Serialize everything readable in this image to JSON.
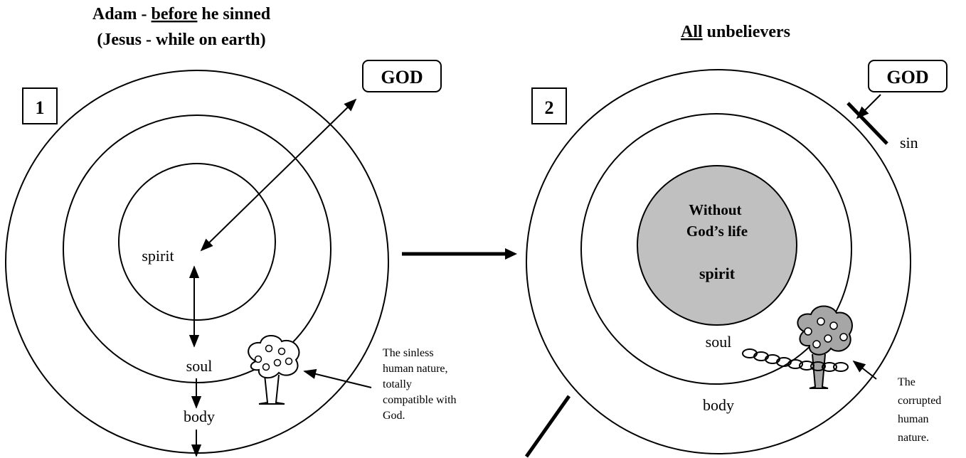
{
  "panel1": {
    "title_line1_pre": "Adam - ",
    "title_line1_under": "before",
    "title_line1_post": " he sinned",
    "title_line2": "(Jesus - while on earth)",
    "number": "1",
    "god": "GOD",
    "spirit": "spirit",
    "soul": "soul",
    "body": "body",
    "note": [
      "The sinless",
      "human nature,",
      "totally",
      "compatible with",
      "God."
    ]
  },
  "panel2": {
    "title_under": "All",
    "title_post": " unbelievers",
    "number": "2",
    "god": "GOD",
    "sin": "sin",
    "spirit_top": [
      "Without",
      "God’s life"
    ],
    "spirit": "spirit",
    "soul": "soul",
    "body": "body",
    "note": [
      "The",
      "corrupted",
      "human",
      "nature."
    ]
  },
  "colors": {
    "spirit_fill_dead": "#c0c0c0",
    "tree_fill_corrupt": "#a6a6a6",
    "line": "#000000"
  }
}
